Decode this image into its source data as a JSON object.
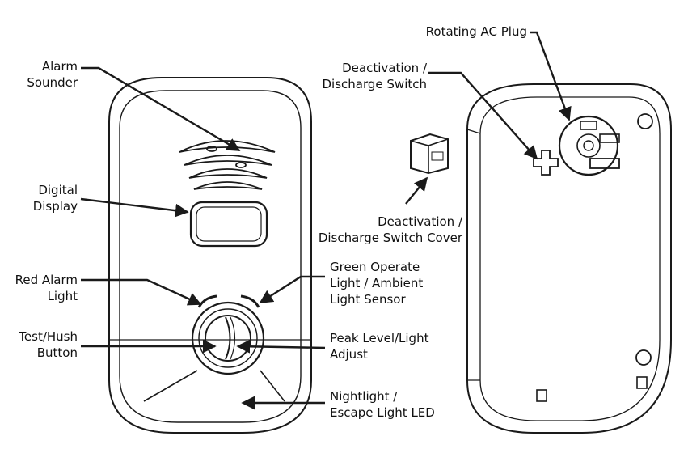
{
  "labels": {
    "alarm_sounder": [
      "Alarm",
      "Sounder"
    ],
    "digital_display": [
      "Digital",
      "Display"
    ],
    "red_alarm_light": [
      "Red Alarm",
      "Light"
    ],
    "test_hush_button": [
      "Test/Hush",
      "Button"
    ],
    "green_operate_light": [
      "Green Operate",
      "Light / Ambient",
      "Light Sensor"
    ],
    "peak_level": [
      "Peak Level/Light",
      "Adjust"
    ],
    "nightlight": [
      "Nightlight /",
      "Escape Light LED"
    ],
    "rotating_ac_plug": [
      "Rotating AC Plug"
    ],
    "deactivation_switch": [
      "Deactivation /",
      "Discharge Switch"
    ],
    "deactivation_cover": [
      "Deactivation /",
      "Discharge Switch Cover"
    ]
  },
  "colors": {
    "line": "#1a1a1a",
    "background": "#ffffff"
  }
}
